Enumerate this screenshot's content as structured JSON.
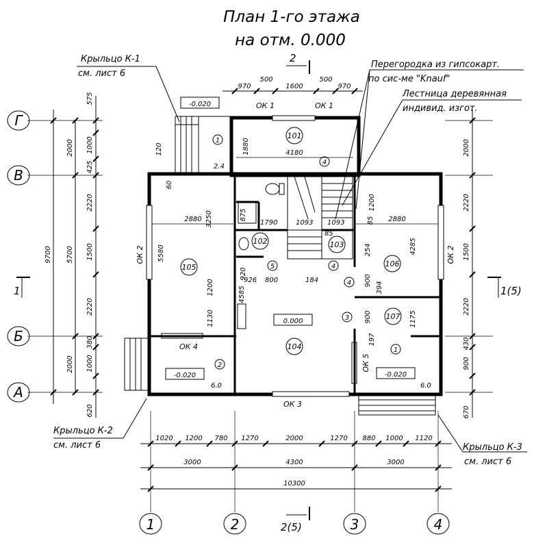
{
  "title": {
    "line1": "План 1-го этажа",
    "line2": "на отм. 0.000"
  },
  "notes": {
    "porch1_a": "Крыльцо К-1",
    "porch1_b": "см. лист 6",
    "porch2_a": "Крыльцо К-2",
    "porch2_b": "см. лист 6",
    "porch3_a": "Крыльцо К-3",
    "porch3_b": "см. лист 6",
    "partition_a": "Перегородка из гипсокарт.",
    "partition_b": "по сис-ме \"Knauf\"",
    "stair_a": "Лестница деревянная",
    "stair_b": "индивид. изгот."
  },
  "axes": {
    "g": "Г",
    "v": "В",
    "b": "Б",
    "a": "А",
    "c1": "1",
    "c2": "2",
    "c3": "3",
    "c4": "4"
  },
  "sections": {
    "top": "2",
    "bottom": "2(5)",
    "left": "1",
    "right": "1(5)"
  },
  "levels": {
    "l1": "-0.020",
    "l2": "-0.020",
    "l3": "-0.020",
    "floor": "0.000",
    "d1": "6.0",
    "d2": "6.0"
  },
  "rooms": {
    "r101": "101",
    "r102": "102",
    "r103": "103",
    "r104": "104",
    "r105": "105",
    "r106": "106",
    "r107": "107"
  },
  "windows": {
    "ok1a": "ОК 1",
    "ok1b": "ОК 1",
    "ok2a": "ОК 2",
    "ok2b": "ОК 2",
    "ok3": "ОК 3",
    "ok4": "ОК 4",
    "ok5": "ОК 5"
  },
  "markers": [
    "1",
    "4",
    "2",
    "5",
    "4",
    "4",
    "3",
    "1"
  ],
  "dims_top": [
    "970",
    "500",
    "1600",
    "500",
    "970"
  ],
  "dims_bottom1": [
    "1020",
    "1200",
    "780",
    "1270",
    "2000",
    "1270",
    "880",
    "1000",
    "1120"
  ],
  "dims_bottom2": [
    "3000",
    "4300",
    "3000"
  ],
  "dims_bottom3": "10300",
  "dims_left_outer": "9700",
  "dims_left_mid": [
    "2000",
    "5700",
    "2000"
  ],
  "dims_left_inner": [
    "575",
    "1000",
    "425",
    "2220",
    "1500",
    "2220",
    "380",
    "1000",
    "620"
  ],
  "dims_right": [
    "2000",
    "2220",
    "1500",
    "2220",
    "430",
    "900",
    "670"
  ],
  "dims_inner": {
    "d4180": "4180",
    "d1880": "1880",
    "d2880a": "2880",
    "d2880b": "2880",
    "d3250": "3250",
    "d5580": "5580",
    "d1790": "1790",
    "d1093a": "1093",
    "d1093b": "1093",
    "d1200a": "1200",
    "d1200b": "1200",
    "d4285": "4285",
    "d4585": "4585",
    "d926": "926",
    "d800": "800",
    "d184": "184",
    "d1130": "1130",
    "d1175": "1175",
    "d900a": "900",
    "d900b": "900",
    "d394": "394",
    "d254": "254",
    "d875": "875",
    "d85a": "85",
    "d85b": "85",
    "d120": "120",
    "d60": "60",
    "d24": "2.4",
    "d920": "920",
    "d197": "197"
  }
}
